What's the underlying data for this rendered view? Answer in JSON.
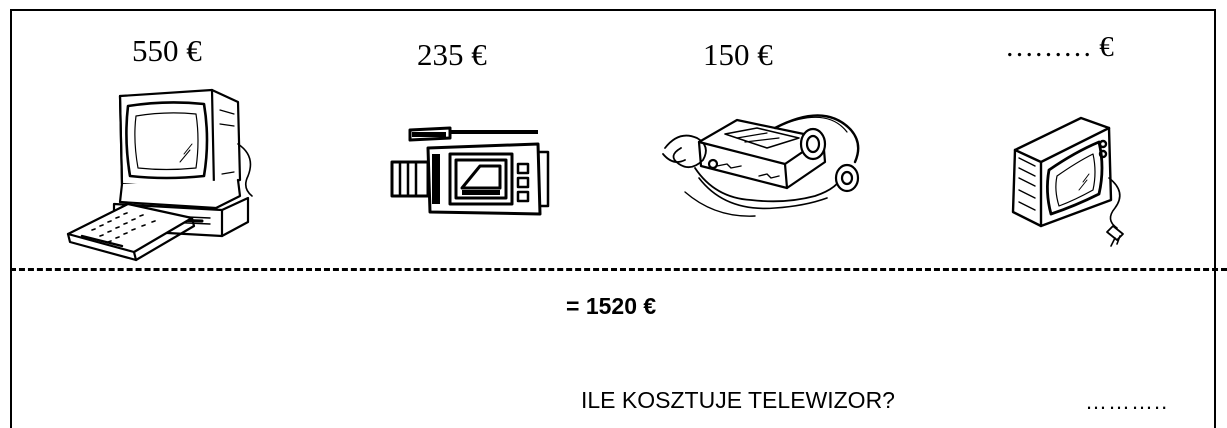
{
  "prices": {
    "computer": "550 €",
    "camera": "235 €",
    "player": "150 €",
    "tv": "……… €"
  },
  "total": "= 1520 €",
  "question": "ILE KOSZTUJE TELEWIZOR?",
  "answer_blank": "………..",
  "icons": [
    "computer-icon",
    "video-camera-icon",
    "cassette-player-icon",
    "television-icon"
  ]
}
